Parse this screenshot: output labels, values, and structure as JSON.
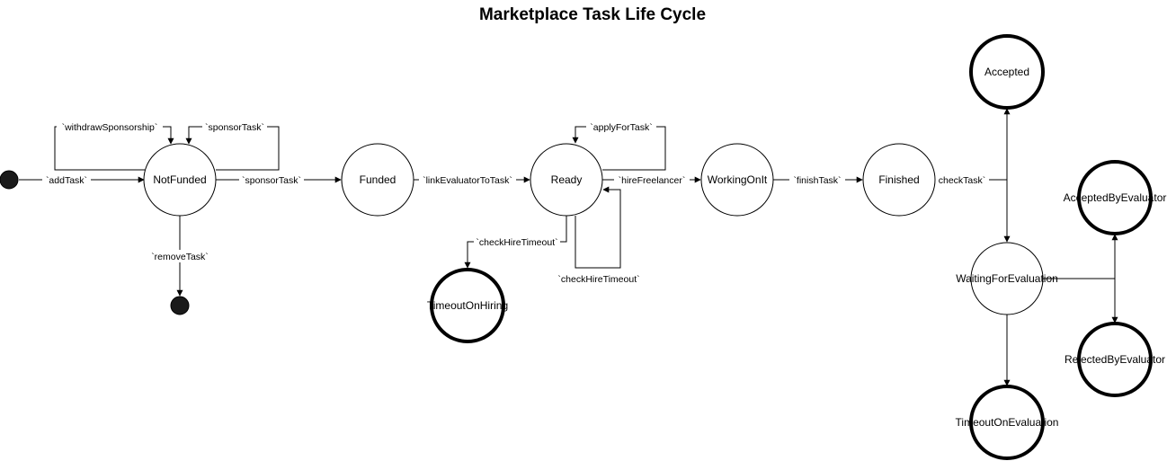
{
  "title": "Marketplace Task Life Cycle",
  "states": {
    "not_funded": "NotFunded",
    "funded": "Funded",
    "ready": "Ready",
    "working_on_it": "WorkingOnIt",
    "finished": "Finished",
    "accepted": "Accepted",
    "waiting_for_evaluation": "WaitingForEvaluation",
    "accepted_by_evaluator": "AcceptedByEvaluator",
    "rejected_by_evaluator": "RejectedByEvaluator",
    "timeout_on_evaluation": "TimeoutOnEvaluation",
    "timeout_on_hiring": "TimeoutOnHiring"
  },
  "transitions": {
    "add_task": "`addTask`",
    "withdraw_sponsorship": "`withdrawSponsorship`",
    "sponsor_task_loop": "`sponsorTask`",
    "sponsor_task": "`sponsorTask`",
    "remove_task": "`removeTask`",
    "link_evaluator_to_task": "`linkEvaluatorToTask`",
    "apply_for_task": "`applyForTask`",
    "hire_freelancer": "`hireFreelancer`",
    "check_hire_timeout_to_timeout": "`checkHireTimeout`",
    "check_hire_timeout_loop": "`checkHireTimeout`",
    "finish_task": "`finishTask`",
    "check_task": "checkTask`"
  }
}
